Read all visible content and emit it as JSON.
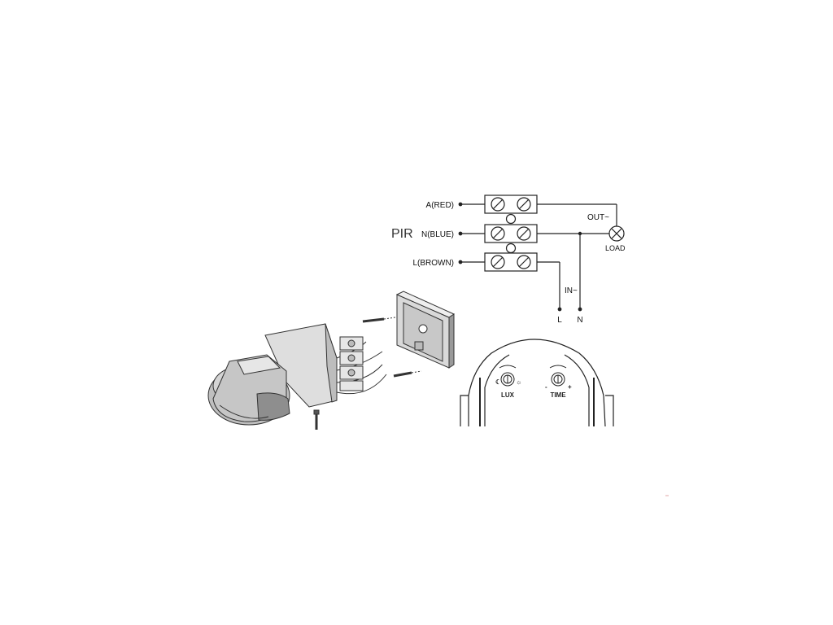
{
  "wiring": {
    "module_label": "PIR",
    "wires": [
      {
        "label": "A(RED)"
      },
      {
        "label": "N(BLUE)"
      },
      {
        "label": "L(BROWN)"
      }
    ],
    "out_label": "OUT~",
    "in_label": "IN~",
    "load_label": "LOAD",
    "terminal_l": "L",
    "terminal_n": "N"
  },
  "controls": {
    "lux_label": "LUX",
    "time_label": "TIME",
    "time_minus": "-",
    "time_plus": "+"
  }
}
